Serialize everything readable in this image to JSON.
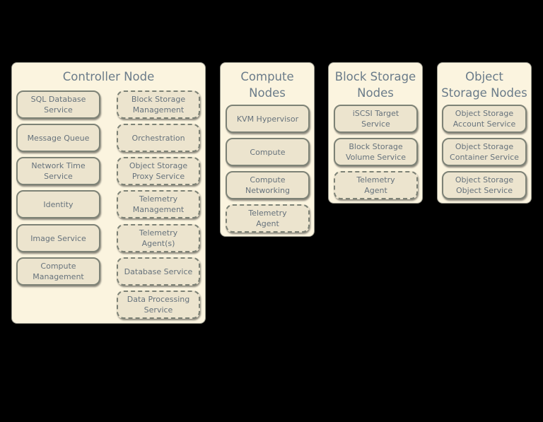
{
  "nodes": {
    "controller": {
      "title": "Controller Node",
      "required": [
        "SQL Database\nService",
        "Message Queue",
        "Network Time\nService",
        "Identity",
        "Image Service",
        "Compute\nManagement"
      ],
      "optional": [
        "Block Storage\nManagement",
        "Orchestration",
        "Object Storage\nProxy Service",
        "Telemetry\nManagement",
        "Telemetry\nAgent(s)",
        "Database Service",
        "Data Processing\nService"
      ]
    },
    "compute": {
      "title": "Compute\nNodes",
      "required": [
        "KVM Hypervisor",
        "Compute",
        "Compute\nNetworking"
      ],
      "optional": [
        "Telemetry\nAgent"
      ]
    },
    "block_storage": {
      "title": "Block Storage\nNodes",
      "required": [
        "iSCSI Target\nService",
        "Block Storage\nVolume Service"
      ],
      "optional": [
        "Telemetry\nAgent"
      ]
    },
    "object_storage": {
      "title": "Object\nStorage Nodes",
      "required": [
        "Object Storage\nAccount Service",
        "Object Storage\nContainer Service",
        "Object Storage\nObject Service"
      ],
      "optional": []
    }
  },
  "colors": {
    "background": "#000000",
    "node_fill": "#fbf4df",
    "service_fill": "#ece4ce",
    "text": "#6a7b89"
  }
}
